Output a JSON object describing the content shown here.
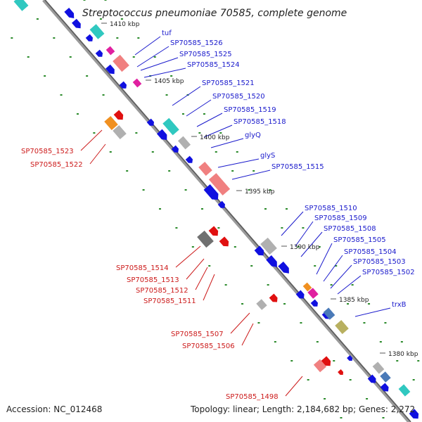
{
  "title": "Streptococcus pneumoniae 70585, complete genome",
  "footer": {
    "accession": "Accession: NC_012468",
    "topology": "Topology: linear; Length: 2,184,682 bp; Genes: 2,272"
  },
  "kbp_labels": [
    "1410 kbp",
    "1405 kbp",
    "1400 kbp",
    "1395 kbp",
    "1390 kbp",
    "1385 kbp",
    "1380 kbp"
  ],
  "genes_forward": [
    "tuf",
    "SP70585_1526",
    "SP70585_1525",
    "SP70585_1524",
    "SP70585_1521",
    "SP70585_1520",
    "SP70585_1519",
    "SP70585_1518",
    "glyQ",
    "glyS",
    "SP70585_1515",
    "SP70585_1510",
    "SP70585_1509",
    "SP70585_1508",
    "SP70585_1505",
    "SP70585_1504",
    "SP70585_1503",
    "SP70585_1502",
    "trxB"
  ],
  "genes_reverse": [
    "SP70585_1523",
    "SP70585_1522",
    "SP70585_1514",
    "SP70585_1513",
    "SP70585_1512",
    "SP70585_1511",
    "SP70585_1507",
    "SP70585_1506",
    "SP70585_1498"
  ],
  "colors": {
    "forward_gene": "#1010e0",
    "reverse_gene": "#e01010",
    "forward_label": "#1a1acc",
    "reverse_label": "#cc1a1a",
    "backbone": "#888888",
    "dots": "#2a8a2a",
    "cyan_feature": "#30c8c0",
    "pink_feature": "#f08080",
    "grey_feature": "#b0b0b0",
    "steel_feature": "#4a7ab8",
    "olive_feature": "#b8b060",
    "magenta_feature": "#e020a0",
    "orange_feature": "#f09020"
  }
}
